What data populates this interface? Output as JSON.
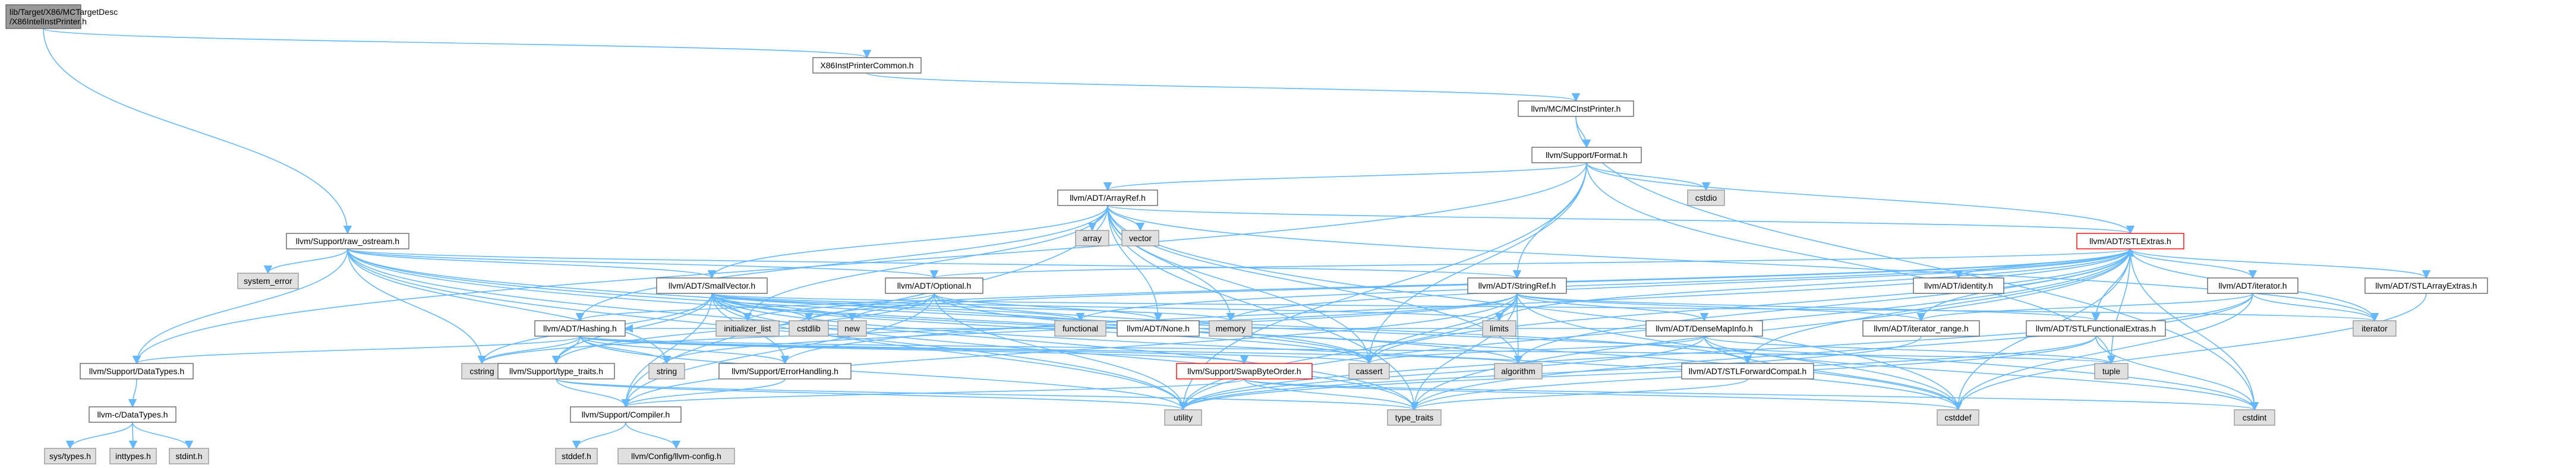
{
  "colors": {
    "edge": "#63B8FF",
    "root_fill": "#999999",
    "sys_fill": "#E0E0E0",
    "highlight_border": "#FF0000",
    "border": "#666666"
  },
  "nodes": [
    {
      "id": "root",
      "lines": [
        "lib/Target/X86/MCTargetDesc",
        "/X86IntelInstPrinter.h"
      ],
      "kind": "root"
    },
    {
      "id": "x86common",
      "lines": [
        "X86InstPrinterCommon.h"
      ],
      "kind": "hdr"
    },
    {
      "id": "mcinst",
      "lines": [
        "llvm/MC/MCInstPrinter.h"
      ],
      "kind": "hdr"
    },
    {
      "id": "format",
      "lines": [
        "llvm/Support/Format.h"
      ],
      "kind": "hdr"
    },
    {
      "id": "arrayref",
      "lines": [
        "llvm/ADT/ArrayRef.h"
      ],
      "kind": "hdr"
    },
    {
      "id": "cstdio",
      "lines": [
        "cstdio"
      ],
      "kind": "sys"
    },
    {
      "id": "rawostream",
      "lines": [
        "llvm/Support/raw_ostream.h"
      ],
      "kind": "hdr"
    },
    {
      "id": "array",
      "lines": [
        "array"
      ],
      "kind": "sys"
    },
    {
      "id": "vector",
      "lines": [
        "vector"
      ],
      "kind": "sys"
    },
    {
      "id": "stlextras",
      "lines": [
        "llvm/ADT/STLExtras.h"
      ],
      "kind": "red"
    },
    {
      "id": "system_error",
      "lines": [
        "system_error"
      ],
      "kind": "sys"
    },
    {
      "id": "smallvector",
      "lines": [
        "llvm/ADT/SmallVector.h"
      ],
      "kind": "hdr"
    },
    {
      "id": "optional",
      "lines": [
        "llvm/ADT/Optional.h"
      ],
      "kind": "hdr"
    },
    {
      "id": "stringref",
      "lines": [
        "llvm/ADT/StringRef.h"
      ],
      "kind": "hdr"
    },
    {
      "id": "identity",
      "lines": [
        "llvm/ADT/identity.h"
      ],
      "kind": "hdr"
    },
    {
      "id": "iterator_h",
      "lines": [
        "llvm/ADT/iterator.h"
      ],
      "kind": "hdr"
    },
    {
      "id": "stlarray",
      "lines": [
        "llvm/ADT/STLArrayExtras.h"
      ],
      "kind": "hdr"
    },
    {
      "id": "hashing",
      "lines": [
        "llvm/ADT/Hashing.h"
      ],
      "kind": "hdr"
    },
    {
      "id": "initlist",
      "lines": [
        "initializer_list"
      ],
      "kind": "sys"
    },
    {
      "id": "cstdlib",
      "lines": [
        "cstdlib"
      ],
      "kind": "sys"
    },
    {
      "id": "new",
      "lines": [
        "new"
      ],
      "kind": "sys"
    },
    {
      "id": "functional",
      "lines": [
        "functional"
      ],
      "kind": "sys"
    },
    {
      "id": "none",
      "lines": [
        "llvm/ADT/None.h"
      ],
      "kind": "hdr"
    },
    {
      "id": "memory",
      "lines": [
        "memory"
      ],
      "kind": "sys"
    },
    {
      "id": "limits",
      "lines": [
        "limits"
      ],
      "kind": "sys"
    },
    {
      "id": "densemapinfo",
      "lines": [
        "llvm/ADT/DenseMapInfo.h"
      ],
      "kind": "hdr"
    },
    {
      "id": "iterrange",
      "lines": [
        "llvm/ADT/iterator_range.h"
      ],
      "kind": "hdr"
    },
    {
      "id": "stlfunc",
      "lines": [
        "llvm/ADT/STLFunctionalExtras.h"
      ],
      "kind": "hdr"
    },
    {
      "id": "iterator",
      "lines": [
        "iterator"
      ],
      "kind": "sys"
    },
    {
      "id": "datatypes",
      "lines": [
        "llvm/Support/DataTypes.h"
      ],
      "kind": "hdr"
    },
    {
      "id": "cstring",
      "lines": [
        "cstring"
      ],
      "kind": "sys"
    },
    {
      "id": "typetraits_h",
      "lines": [
        "llvm/Support/type_traits.h"
      ],
      "kind": "hdr"
    },
    {
      "id": "string",
      "lines": [
        "string"
      ],
      "kind": "sys"
    },
    {
      "id": "errhandling",
      "lines": [
        "llvm/Support/ErrorHandling.h"
      ],
      "kind": "hdr"
    },
    {
      "id": "cassert",
      "lines": [
        "cassert"
      ],
      "kind": "sys"
    },
    {
      "id": "swapbyte",
      "lines": [
        "llvm/Support/SwapByteOrder.h"
      ],
      "kind": "red"
    },
    {
      "id": "algorithm",
      "lines": [
        "algorithm"
      ],
      "kind": "sys"
    },
    {
      "id": "stlforward",
      "lines": [
        "llvm/ADT/STLForwardCompat.h"
      ],
      "kind": "hdr"
    },
    {
      "id": "tuple",
      "lines": [
        "tuple"
      ],
      "kind": "sys"
    },
    {
      "id": "cdatatypes",
      "lines": [
        "llvm-c/DataTypes.h"
      ],
      "kind": "hdr"
    },
    {
      "id": "compiler",
      "lines": [
        "llvm/Support/Compiler.h"
      ],
      "kind": "hdr"
    },
    {
      "id": "utility",
      "lines": [
        "utility"
      ],
      "kind": "sys"
    },
    {
      "id": "type_traits",
      "lines": [
        "type_traits"
      ],
      "kind": "sys"
    },
    {
      "id": "cstddef",
      "lines": [
        "cstddef"
      ],
      "kind": "sys"
    },
    {
      "id": "cstdint",
      "lines": [
        "cstdint"
      ],
      "kind": "sys"
    },
    {
      "id": "systypes",
      "lines": [
        "sys/types.h"
      ],
      "kind": "sys"
    },
    {
      "id": "inttypes",
      "lines": [
        "inttypes.h"
      ],
      "kind": "sys"
    },
    {
      "id": "stdint",
      "lines": [
        "stdint.h"
      ],
      "kind": "sys"
    },
    {
      "id": "stddef",
      "lines": [
        "stddef.h"
      ],
      "kind": "sys"
    },
    {
      "id": "llvmconfig",
      "lines": [
        "llvm/Config/llvm-config.h"
      ],
      "kind": "sys"
    }
  ],
  "edges": [
    [
      "root",
      "x86common"
    ],
    [
      "root",
      "rawostream"
    ],
    [
      "x86common",
      "mcinst"
    ],
    [
      "mcinst",
      "format"
    ],
    [
      "mcinst",
      "cstdint"
    ],
    [
      "format",
      "arrayref"
    ],
    [
      "format",
      "stlextras"
    ],
    [
      "format",
      "stringref"
    ],
    [
      "format",
      "cstdio"
    ],
    [
      "format",
      "tuple"
    ],
    [
      "format",
      "utility"
    ],
    [
      "format",
      "cassert"
    ],
    [
      "format",
      "datatypes"
    ],
    [
      "arrayref",
      "array"
    ],
    [
      "arrayref",
      "vector"
    ],
    [
      "arrayref",
      "stlextras"
    ],
    [
      "arrayref",
      "smallvector"
    ],
    [
      "arrayref",
      "hashing"
    ],
    [
      "arrayref",
      "none"
    ],
    [
      "arrayref",
      "initlist"
    ],
    [
      "arrayref",
      "memory"
    ],
    [
      "arrayref",
      "algorithm"
    ],
    [
      "arrayref",
      "cassert"
    ],
    [
      "arrayref",
      "iterator"
    ],
    [
      "arrayref",
      "compiler"
    ],
    [
      "arrayref",
      "cstddef"
    ],
    [
      "arrayref",
      "type_traits"
    ],
    [
      "rawostream",
      "system_error"
    ],
    [
      "rawostream",
      "smallvector"
    ],
    [
      "rawostream",
      "optional"
    ],
    [
      "rawostream",
      "stringref"
    ],
    [
      "rawostream",
      "datatypes"
    ],
    [
      "rawostream",
      "cstring"
    ],
    [
      "rawostream",
      "string"
    ],
    [
      "rawostream",
      "cassert"
    ],
    [
      "rawostream",
      "utility"
    ],
    [
      "rawostream",
      "type_traits"
    ],
    [
      "rawostream",
      "cstddef"
    ],
    [
      "rawostream",
      "cstdint"
    ],
    [
      "stlextras",
      "optional"
    ],
    [
      "stlextras",
      "identity"
    ],
    [
      "stlextras",
      "iterator_h"
    ],
    [
      "stlextras",
      "stlarray"
    ],
    [
      "stlextras",
      "iterrange"
    ],
    [
      "stlextras",
      "stlfunc"
    ],
    [
      "stlextras",
      "stlforward"
    ],
    [
      "stlextras",
      "errhandling"
    ],
    [
      "stlextras",
      "cassert"
    ],
    [
      "stlextras",
      "algorithm"
    ],
    [
      "stlextras",
      "cstdlib"
    ],
    [
      "stlextras",
      "functional"
    ],
    [
      "stlextras",
      "initlist"
    ],
    [
      "stlextras",
      "iterator"
    ],
    [
      "stlextras",
      "limits"
    ],
    [
      "stlextras",
      "memory"
    ],
    [
      "stlextras",
      "tuple"
    ],
    [
      "stlextras",
      "type_traits"
    ],
    [
      "stlextras",
      "utility"
    ],
    [
      "stlextras",
      "cstddef"
    ],
    [
      "stlextras",
      "cstdint"
    ],
    [
      "smallvector",
      "compiler"
    ],
    [
      "smallvector",
      "typetraits_h"
    ],
    [
      "smallvector",
      "algorithm"
    ],
    [
      "smallvector",
      "cassert"
    ],
    [
      "smallvector",
      "cstddef"
    ],
    [
      "smallvector",
      "cstdlib"
    ],
    [
      "smallvector",
      "cstring"
    ],
    [
      "smallvector",
      "functional"
    ],
    [
      "smallvector",
      "initlist"
    ],
    [
      "smallvector",
      "iterator"
    ],
    [
      "smallvector",
      "limits"
    ],
    [
      "smallvector",
      "memory"
    ],
    [
      "smallvector",
      "new"
    ],
    [
      "smallvector",
      "type_traits"
    ],
    [
      "smallvector",
      "utility"
    ],
    [
      "smallvector",
      "errhandling"
    ],
    [
      "optional",
      "none"
    ],
    [
      "optional",
      "stlforward"
    ],
    [
      "optional",
      "compiler"
    ],
    [
      "optional",
      "typetraits_h"
    ],
    [
      "optional",
      "cassert"
    ],
    [
      "optional",
      "new"
    ],
    [
      "optional",
      "utility"
    ],
    [
      "optional",
      "hashing"
    ],
    [
      "stringref",
      "densemapinfo"
    ],
    [
      "stringref",
      "iterrange"
    ],
    [
      "stringref",
      "stlfunc"
    ],
    [
      "stringref",
      "compiler"
    ],
    [
      "stringref",
      "algorithm"
    ],
    [
      "stringref",
      "cassert"
    ],
    [
      "stringref",
      "cstddef"
    ],
    [
      "stringref",
      "cstring"
    ],
    [
      "stringref",
      "limits"
    ],
    [
      "stringref",
      "string"
    ],
    [
      "stringref",
      "type_traits"
    ],
    [
      "stringref",
      "utility"
    ],
    [
      "iterator_h",
      "iterrange"
    ],
    [
      "iterator_h",
      "iterator"
    ],
    [
      "iterator_h",
      "cstddef"
    ],
    [
      "iterator_h",
      "type_traits"
    ],
    [
      "iterator_h",
      "utility"
    ],
    [
      "stlarray",
      "cstddef"
    ],
    [
      "hashing",
      "errhandling"
    ],
    [
      "hashing",
      "swapbyte"
    ],
    [
      "hashing",
      "typetraits_h"
    ],
    [
      "hashing",
      "algorithm"
    ],
    [
      "hashing",
      "cassert"
    ],
    [
      "hashing",
      "cstring"
    ],
    [
      "hashing",
      "string"
    ],
    [
      "hashing",
      "tuple"
    ],
    [
      "hashing",
      "utility"
    ],
    [
      "hashing",
      "datatypes"
    ],
    [
      "densemapinfo",
      "hashing"
    ],
    [
      "densemapinfo",
      "cassert"
    ],
    [
      "densemapinfo",
      "cstddef"
    ],
    [
      "densemapinfo",
      "cstdint"
    ],
    [
      "densemapinfo",
      "tuple"
    ],
    [
      "densemapinfo",
      "utility"
    ],
    [
      "iterrange",
      "utility"
    ],
    [
      "stlfunc",
      "stlextras"
    ],
    [
      "stlfunc",
      "type_traits"
    ],
    [
      "stlfunc",
      "utility"
    ],
    [
      "stlfunc",
      "cstdint"
    ],
    [
      "datatypes",
      "cdatatypes"
    ],
    [
      "typetraits_h",
      "compiler"
    ],
    [
      "typetraits_h",
      "type_traits"
    ],
    [
      "typetraits_h",
      "utility"
    ],
    [
      "errhandling",
      "compiler"
    ],
    [
      "swapbyte",
      "compiler"
    ],
    [
      "swapbyte",
      "cstddef"
    ],
    [
      "swapbyte",
      "cstdint"
    ],
    [
      "swapbyte",
      "type_traits"
    ],
    [
      "stlforward",
      "type_traits"
    ],
    [
      "cdatatypes",
      "systypes"
    ],
    [
      "cdatatypes",
      "inttypes"
    ],
    [
      "cdatatypes",
      "stdint"
    ],
    [
      "compiler",
      "stddef"
    ],
    [
      "compiler",
      "llvmconfig"
    ]
  ]
}
